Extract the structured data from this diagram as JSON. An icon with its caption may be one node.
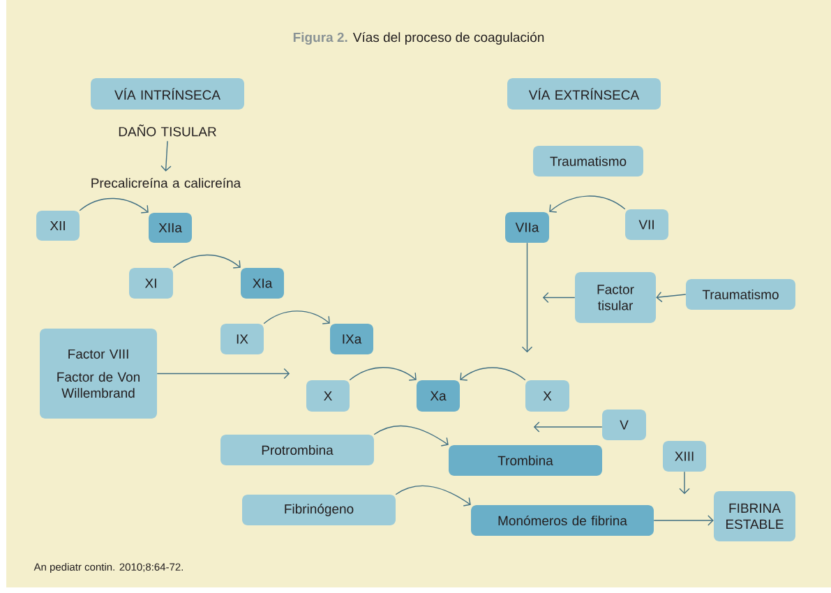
{
  "diagram": {
    "title": "**Figura 2.** Vías del proceso de coagulación",
    "caption": "An pediatr contin. 2010;8:64-72.",
    "nodes": [
      {
        "text": [
          "VÍA INTRÍNSECA"
        ]
      },
      {
        "text": [
          "DAÑO TISULAR"
        ]
      },
      {
        "text": [
          "Precalicreína a calicreína"
        ]
      },
      {
        "text": [
          "XII"
        ]
      },
      {
        "text": [
          "XIIa"
        ]
      },
      {
        "text": [
          "XI"
        ]
      },
      {
        "text": [
          "XIa"
        ]
      },
      {
        "text": [
          "IX"
        ]
      },
      {
        "text": [
          "IXa"
        ]
      },
      {
        "text": [
          "Factor VIII",
          "Factor de Von Willembrand"
        ]
      },
      {
        "text": [
          "X"
        ]
      },
      {
        "text": [
          "Xa"
        ]
      },
      {
        "text": [
          "Protrombina"
        ]
      },
      {
        "text": [
          "Trombina"
        ]
      },
      {
        "text": [
          "Fibrinógeno"
        ]
      },
      {
        "text": [
          "Monómeros de fibrina"
        ]
      },
      {
        "text": [
          "VÍA EXTRÍNSECA"
        ]
      },
      {
        "text": [
          "Traumatismo"
        ]
      },
      {
        "text": [
          "VIIa"
        ]
      },
      {
        "text": [
          "VII"
        ]
      },
      {
        "text": [
          "Factor tisular"
        ]
      },
      {
        "text": [
          "Traumatismo"
        ]
      },
      {
        "text": [
          "X"
        ]
      },
      {
        "text": [
          "V"
        ]
      },
      {
        "text": [
          "XIII"
        ]
      },
      {
        "text": [
          "FIBRINA ESTABLE"
        ]
      }
    ],
    "edges": [
      {
        "from": 1,
        "to": 2,
        "arrow": "to"
      },
      {
        "from": 3,
        "to": 4,
        "arrow": "to"
      },
      {
        "from": 5,
        "to": 6,
        "arrow": "to"
      },
      {
        "from": 7,
        "to": 8,
        "arrow": "to"
      },
      {
        "from": 10,
        "to": 11,
        "arrow": "to"
      },
      {
        "from": 22,
        "to": 11,
        "arrow": "to"
      },
      {
        "from": 19,
        "to": 18,
        "arrow": "to"
      },
      {
        "from": 9,
        "to": null,
        "arrow": "to"
      },
      {
        "from": 18,
        "to": null,
        "arrow": "to"
      },
      {
        "from": 20,
        "to": null,
        "arrow": "to"
      },
      {
        "from": 21,
        "to": 20,
        "arrow": "to"
      },
      {
        "from": 23,
        "to": null,
        "arrow": "to"
      },
      {
        "from": 12,
        "to": 13,
        "arrow": "to"
      },
      {
        "from": 14,
        "to": 15,
        "arrow": "to"
      },
      {
        "from": 24,
        "to": null,
        "arrow": "to"
      },
      {
        "from": 15,
        "to": 25,
        "arrow": "to"
      }
    ]
  }
}
